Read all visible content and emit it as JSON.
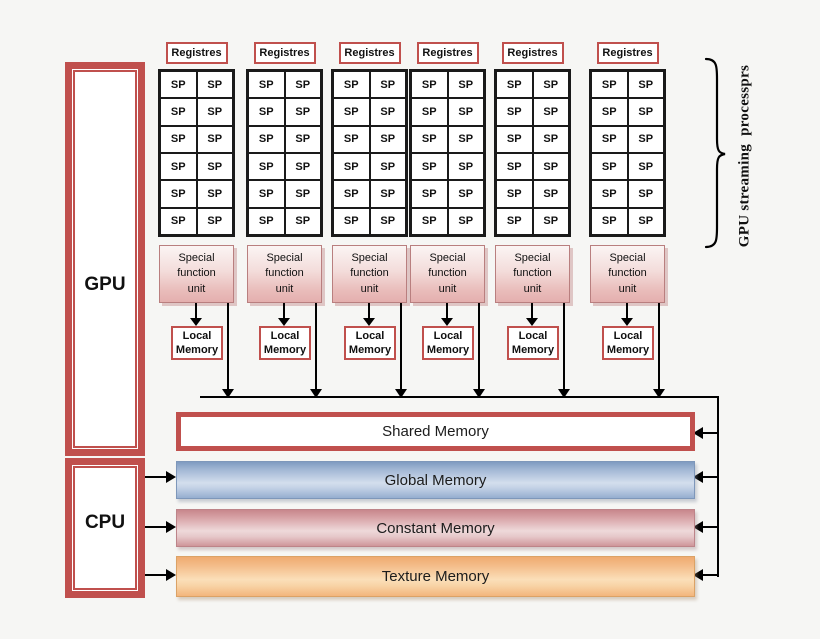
{
  "colors": {
    "background": "#f6f6f4",
    "accent_red": "#c0504d",
    "sp_grid_black": "#1a1a1a",
    "global_memory_blue": "#9db4d3",
    "constant_memory_pink": "#d59699",
    "texture_memory_orange": "#f5bc85"
  },
  "left_panel": {
    "gpu_label": "GPU",
    "cpu_label": "CPU"
  },
  "processors": {
    "column_count": 6,
    "registers_label": "Registres",
    "sp_label": "SP",
    "sp_rows": 6,
    "sp_columns": 2,
    "special_function_unit_lines": [
      "Special",
      "function",
      "unit"
    ],
    "local_memory_lines": [
      "Local",
      "Memory"
    ]
  },
  "memories": {
    "shared": {
      "label": "Shared Memory"
    },
    "global": {
      "label": "Global Memory"
    },
    "constant": {
      "label": "Constant Memory"
    },
    "texture": {
      "label": "Texture Memory"
    }
  },
  "annotation": {
    "brace_label": "GPU streaming  processprs"
  }
}
